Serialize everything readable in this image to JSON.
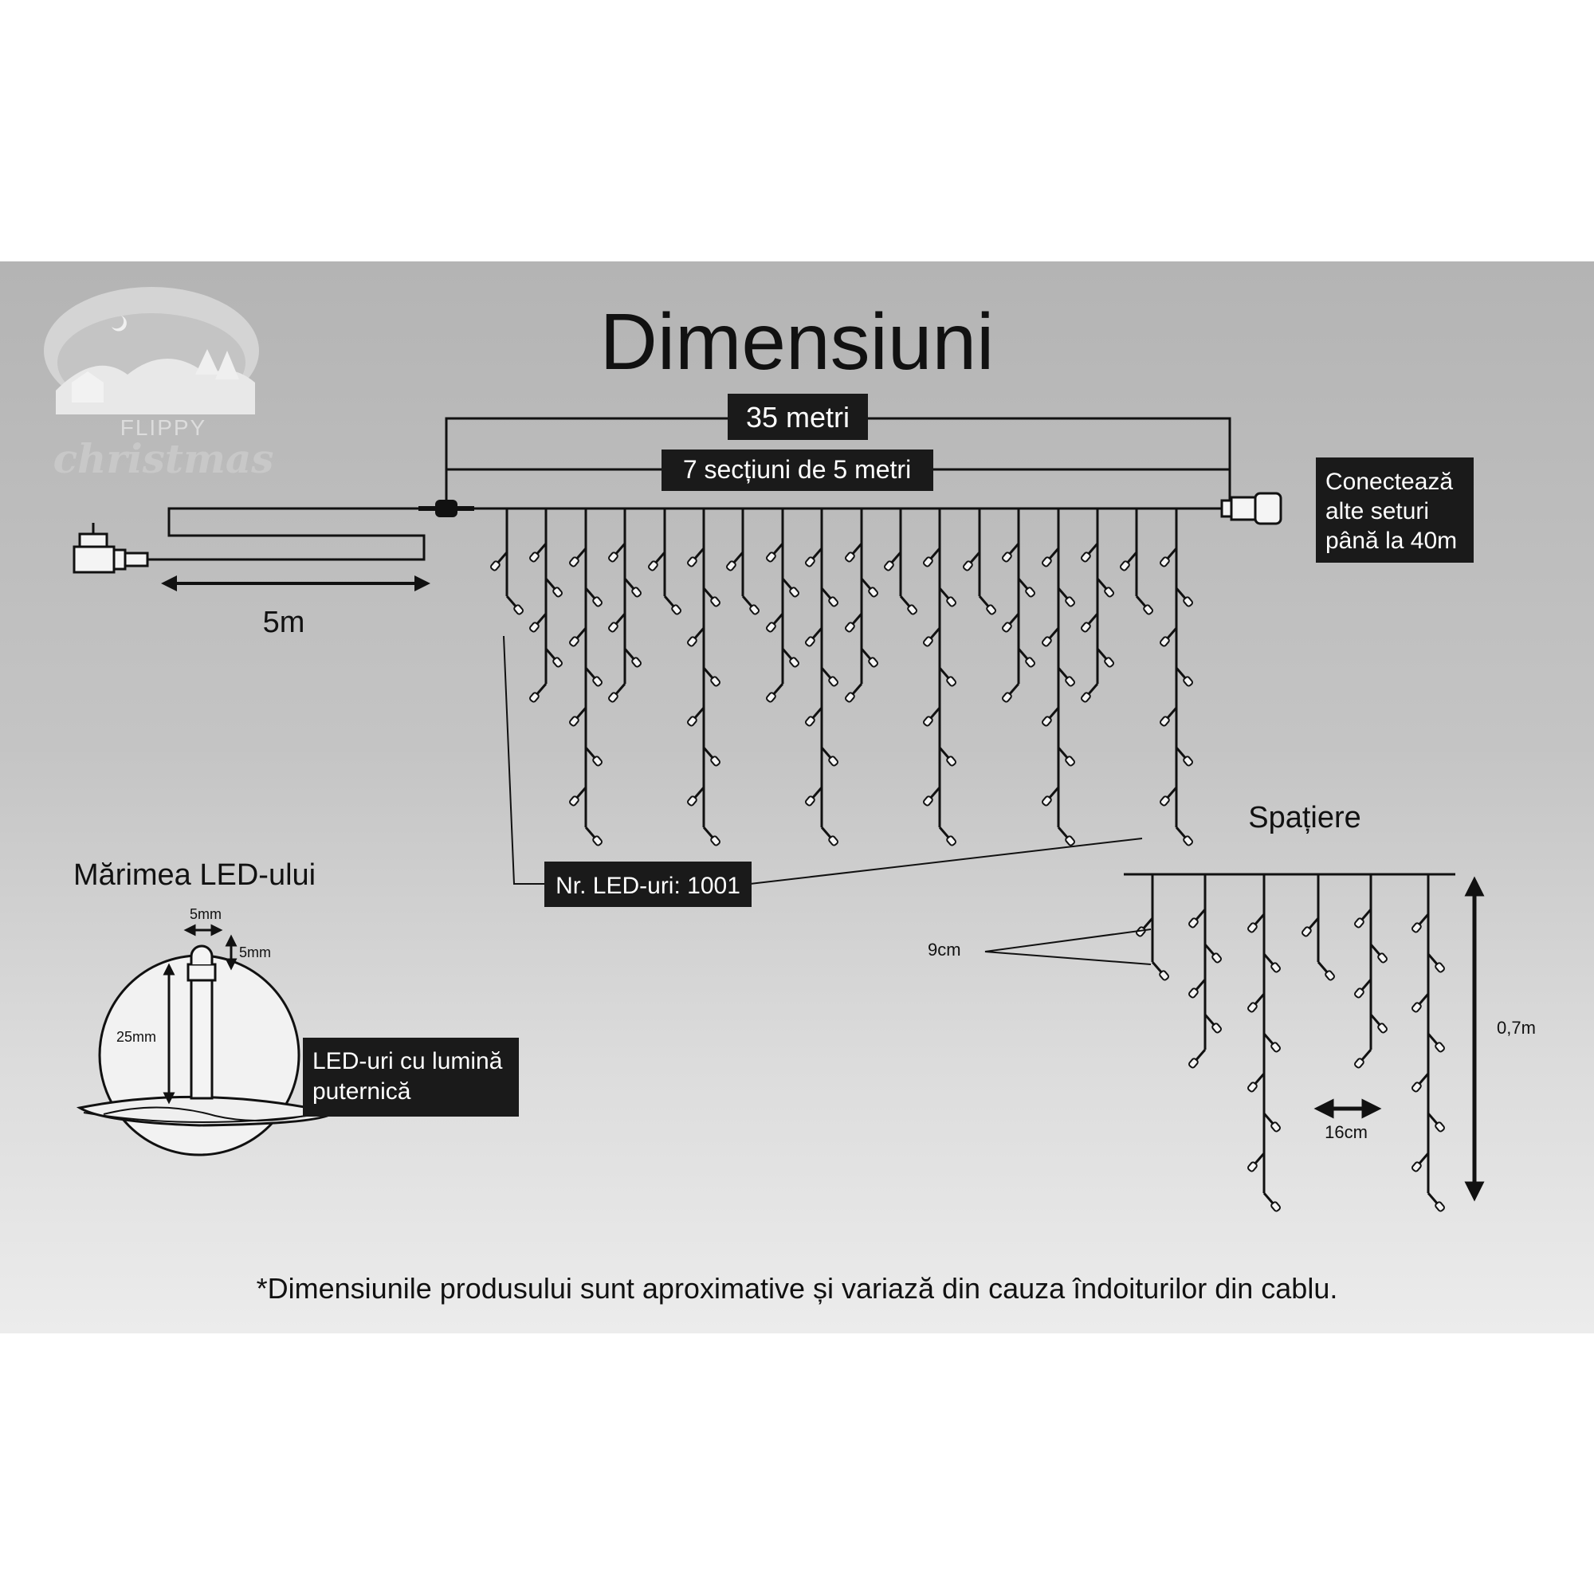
{
  "title": "Dimensiuni",
  "logo": {
    "brand": "FLIPPY",
    "script": "christmas"
  },
  "total_length": "35 metri",
  "sections": "7 secțiuni de 5 metri",
  "lead_cable": "5m",
  "connect": {
    "line1": "Conectează",
    "line2": "alte seturi",
    "line3": "până la 40m"
  },
  "led_count": "Nr. LED-uri: 1001",
  "led_size": {
    "title": "Mărimea LED-ului",
    "width": "5mm",
    "cap_height": "5mm",
    "height": "25mm",
    "desc_line1": "LED-uri cu lumină",
    "desc_line2": "puternică"
  },
  "spacing": {
    "title": "Spațiere",
    "vertical_gap": "9cm",
    "horizontal_gap": "16cm",
    "drop_height": "0,7m"
  },
  "footnote": "*Dimensiunile produsului sunt aproximative și variază din cauza îndoiturilor din cablu.",
  "colors": {
    "panel_top": "#b4b4b4",
    "panel_bottom": "#ececec",
    "ink": "#111111",
    "label_box": "#1a1a1a"
  },
  "icons": [
    "power-adapter-icon",
    "cable-joint-icon",
    "end-connector-icon",
    "led-bulb-icon",
    "logo-scene-icon"
  ]
}
